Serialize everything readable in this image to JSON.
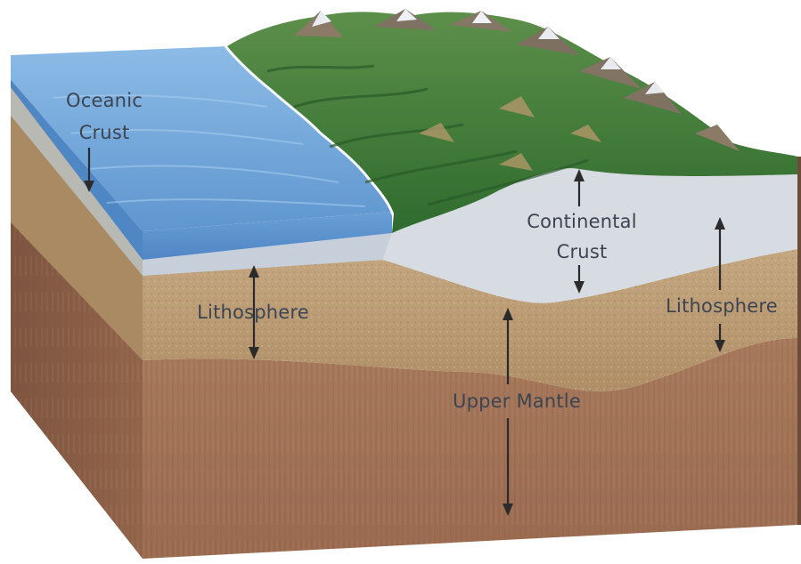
{
  "labels": {
    "oceanic_crust": [
      "Oceanic",
      "Crust"
    ],
    "continental_crust": [
      "Continental",
      "Crust"
    ],
    "lithosphere_left": "Lithosphere",
    "lithosphere_right": "Lithosphere",
    "upper_mantle": "Upper Mantle"
  },
  "colors": {
    "ocean": "#6fa3d6",
    "oceanic_crust": "#c9d3dc",
    "continental_crust": "#d6dbe2",
    "lithosphere": "#b99a72",
    "upper_mantle": "#9c6e52",
    "land": "#3f7f3a",
    "arrow": "#2b2b2b",
    "label_text": "#3c4452"
  }
}
